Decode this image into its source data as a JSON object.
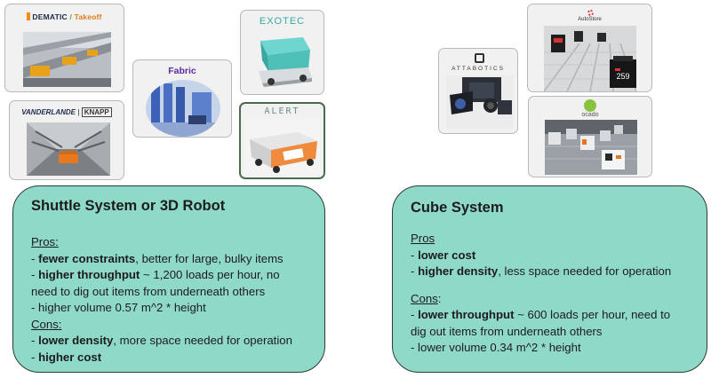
{
  "logos": {
    "dematic": "DEMATIC",
    "takeoff": "Takeoff",
    "fabric": "Fabric",
    "exotec": "EXOTEC",
    "vanderlande": "VANDERLANDE",
    "knapp": "KNAPP",
    "alert": "ALERT",
    "attabotics": "ATTABOTICS",
    "autostore": "AutoStore",
    "ocado": "ocado",
    "robot_display": "259"
  },
  "colors": {
    "panel_bg": "#8fd9c9",
    "panel_border": "#2f3b38",
    "card_bg": "#f1f1f1",
    "fabric_purple": "#5a2ca0",
    "exotec_teal": "#3aa8a6",
    "knapp_orange": "#e8781e",
    "dematic_orange": "#f08a1c"
  },
  "left_panel": {
    "title": "Shuttle System or 3D Robot",
    "pros_label": "Pros:",
    "pros": [
      {
        "lead": "- ",
        "bold": "fewer constraints",
        "rest": ", better for large, bulky items"
      },
      {
        "lead": "- ",
        "bold": "higher throughput",
        "rest": " ~ 1,200 loads per hour, no need to dig out items from underneath others"
      },
      {
        "lead": "- higher volume 0.57 m^2 * height",
        "bold": "",
        "rest": ""
      }
    ],
    "cons_label": "Cons:",
    "cons": [
      {
        "lead": "- ",
        "bold": "lower density",
        "rest": ", more space needed for operation"
      },
      {
        "lead": "- ",
        "bold": "higher cost",
        "rest": ""
      }
    ]
  },
  "right_panel": {
    "title": "Cube System",
    "pros_label": "Pros",
    "pros": [
      {
        "lead": "- ",
        "bold": "lower cost",
        "rest": ""
      },
      {
        "lead": "- ",
        "bold": "higher density",
        "rest": ", less space needed for operation"
      }
    ],
    "cons_label": "Cons",
    "cons_colon": ":",
    "cons": [
      {
        "lead": "- ",
        "bold": "lower throughput",
        "rest": " ~ 600 loads per hour, need to dig out items from underneath others"
      },
      {
        "lead": "- lower volume 0.34 m^2 * height",
        "bold": "",
        "rest": ""
      }
    ]
  }
}
